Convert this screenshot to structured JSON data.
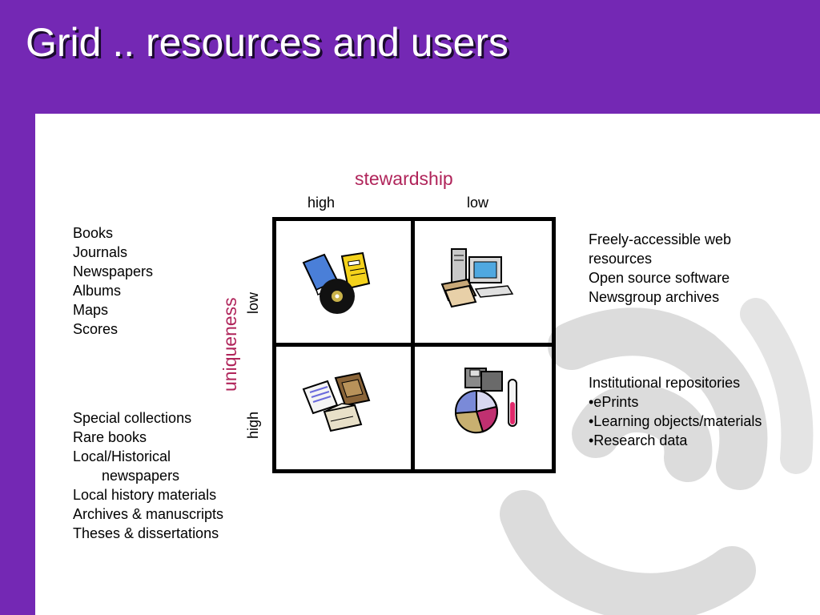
{
  "slide": {
    "title": "Grid .. resources and users"
  },
  "axes": {
    "x_title": "stewardship",
    "x_ticks": [
      "high",
      "low"
    ],
    "y_title": "uniqueness",
    "y_ticks": [
      "low",
      "high"
    ]
  },
  "quadrants": {
    "top_left": {
      "icon": "books-cd-clipart-icon",
      "items": [
        "Books",
        "Journals",
        "Newspapers",
        "Albums",
        "Maps",
        "Scores"
      ]
    },
    "top_right": {
      "icon": "computer-papers-clipart-icon",
      "items": [
        "Freely-accessible web",
        "resources",
        "Open source software",
        "Newsgroup archives"
      ]
    },
    "bottom_left": {
      "icon": "documents-archive-clipart-icon",
      "items": [
        "Special collections",
        "Rare books",
        "Local/Historical",
        "newspapers",
        "Local history materials",
        "Archives & manuscripts",
        "Theses & dissertations"
      ]
    },
    "bottom_right": {
      "icon": "disks-piechart-testtube-clipart-icon",
      "items": [
        "Institutional repositories",
        "•ePrints",
        "•Learning objects/materials",
        "•Research data"
      ]
    }
  },
  "colors": {
    "background": "#7428b4",
    "axis_title": "#b0245a",
    "panel": "#ffffff"
  }
}
